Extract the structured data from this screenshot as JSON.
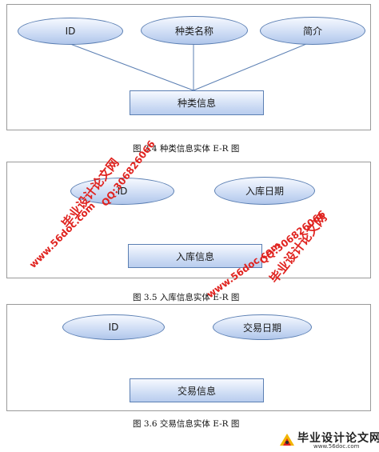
{
  "diagrams": [
    {
      "attributes": [
        "ID",
        "种类名称",
        "简介"
      ],
      "entity": "种类信息",
      "caption": "图 3.4  种类信息实体 E-R 图"
    },
    {
      "attributes": [
        "ID",
        "入库日期"
      ],
      "entity": "入库信息",
      "caption": "图 3.5  入库信息实体 E-R 图"
    },
    {
      "attributes": [
        "ID",
        "交易日期"
      ],
      "entity": "交易信息",
      "caption": "图 3.6  交易信息实体 E-R 图"
    }
  ],
  "watermarks": {
    "site_name": "毕业设计论文网",
    "url": "www.56doc.com",
    "qq": "QQ:306826066"
  },
  "logo": {
    "text": "毕业设计论文网",
    "url": "www.56doc.com"
  },
  "colors": {
    "shape_border": "#5b7fb3",
    "shape_fill": "#c5d6f2",
    "watermark": "#e0231f",
    "frame": "#9a9a9a"
  }
}
